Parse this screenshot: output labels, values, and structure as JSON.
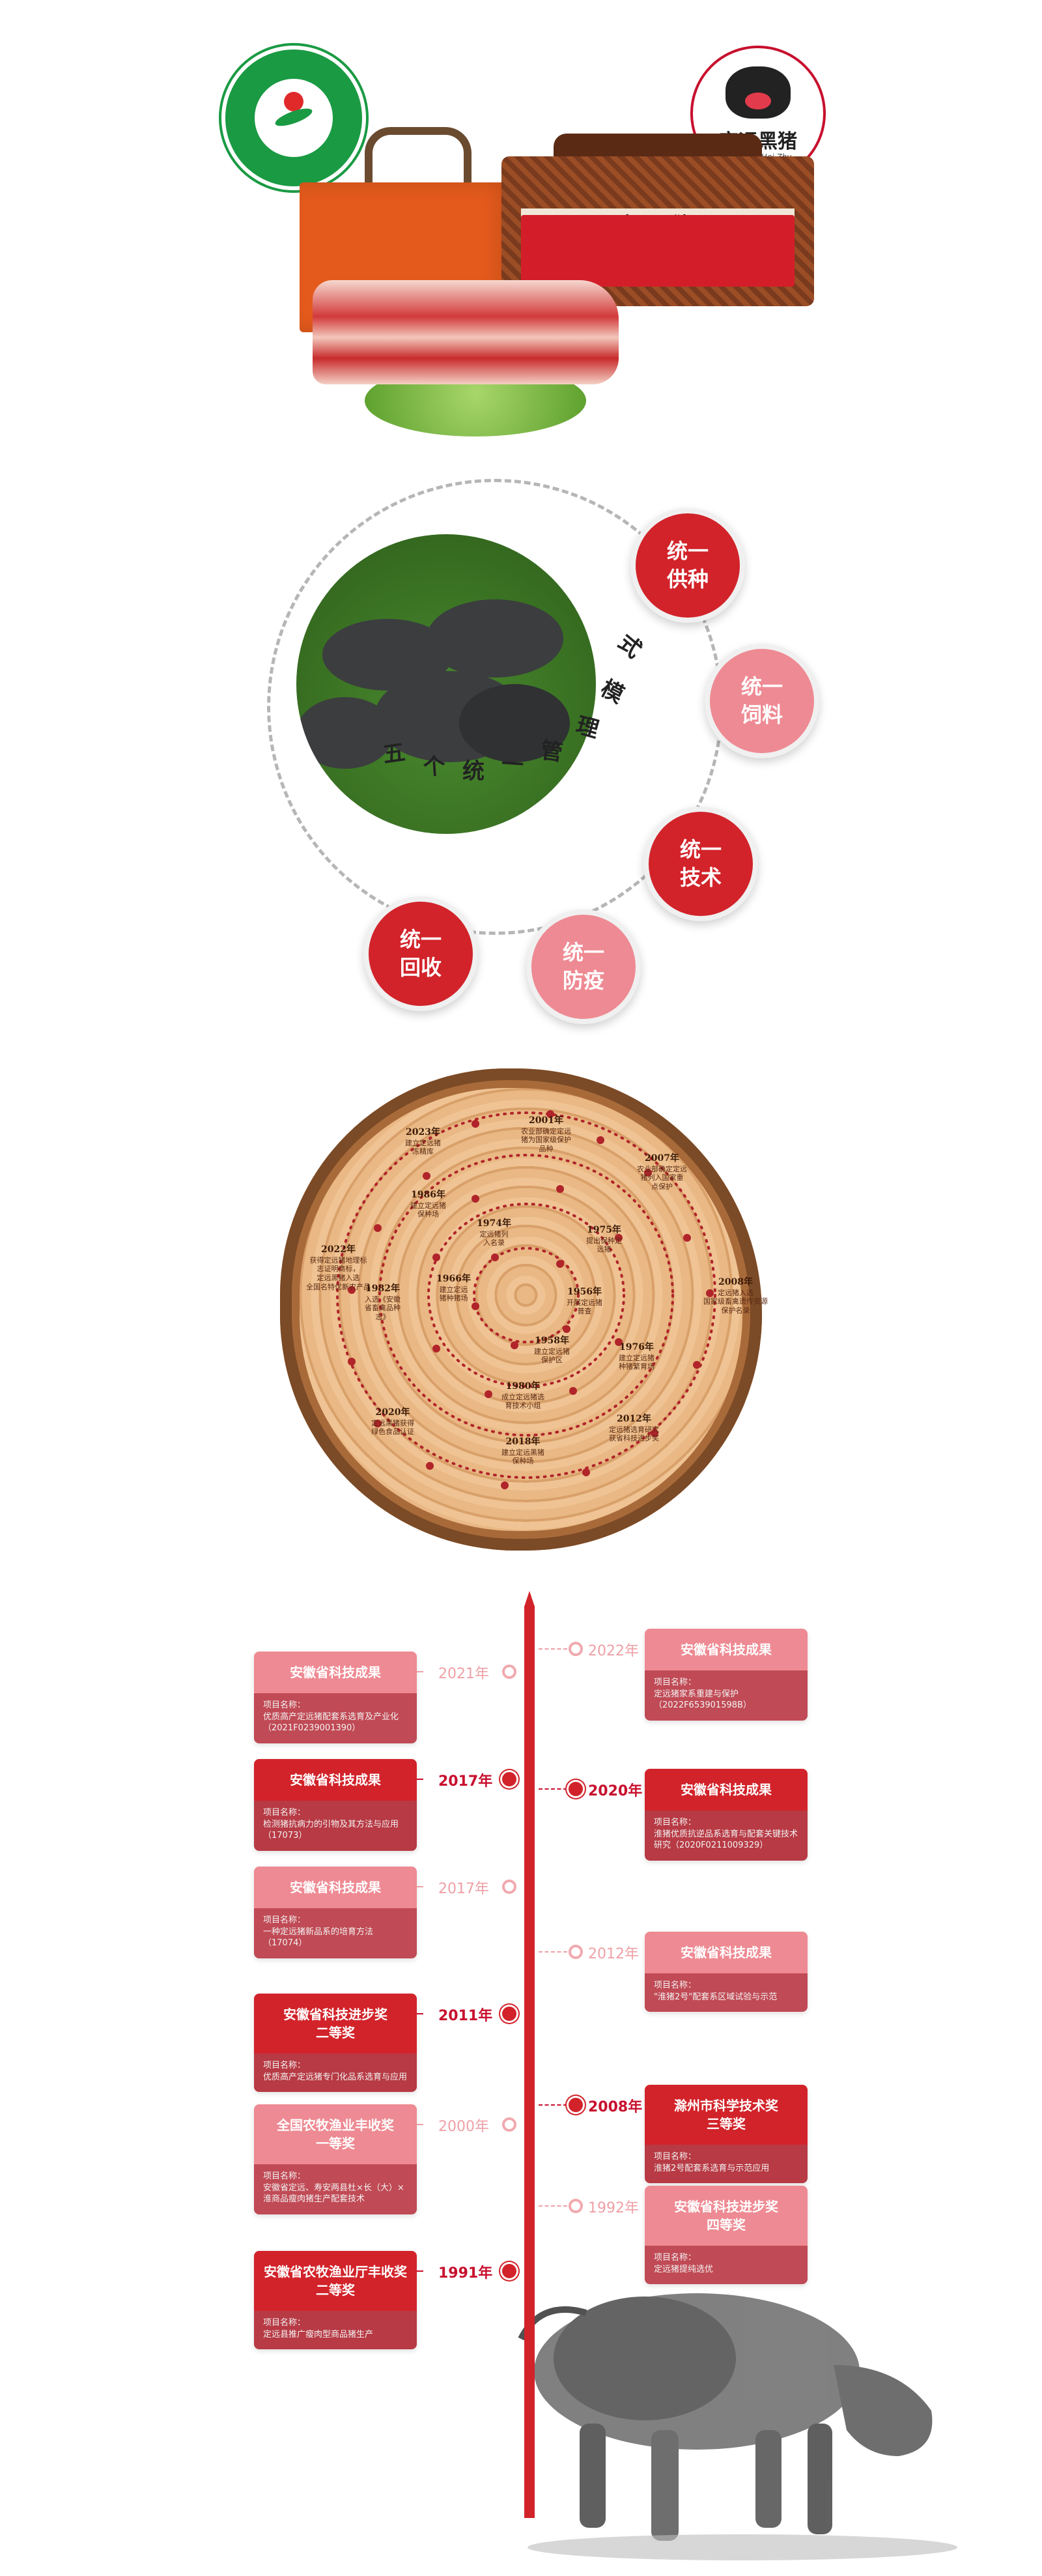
{
  "hero": {
    "brand_text": "定远黑猪",
    "brand_sub": "DingYuanHei Zhu",
    "basket_label": "定远黑猪"
  },
  "five": {
    "arc_text": [
      "五",
      "个",
      "统",
      "一",
      "管",
      "理",
      "模",
      "式"
    ],
    "bubbles": [
      {
        "label": "统一\n供种",
        "tone": "dark"
      },
      {
        "label": "统一\n饲料",
        "tone": "light"
      },
      {
        "label": "统一\n技术",
        "tone": "dark"
      },
      {
        "label": "统一\n防疫",
        "tone": "light"
      },
      {
        "label": "统一\n回收",
        "tone": "dark"
      }
    ]
  },
  "ring": {
    "milestones": [
      {
        "year": "2023年",
        "text": "建立定远猪\n冻精库"
      },
      {
        "year": "2001年",
        "text": "农业部确定定远\n猪为国家级保护\n品种"
      },
      {
        "year": "2007年",
        "text": "农业部确定定远\n猪列入国家重\n点保护"
      },
      {
        "year": "1986年",
        "text": "建立定远猪\n保种场"
      },
      {
        "year": "1974年",
        "text": "定远猪列\n入名录"
      },
      {
        "year": "1975年",
        "text": "提出保种定\n远猪"
      },
      {
        "year": "2022年",
        "text": "获得定远猪地理标\n志证明商标，\n定远黑猪入选\n全国名特优新农产品"
      },
      {
        "year": "1966年",
        "text": "建立定远\n猪种猪场"
      },
      {
        "year": "1956年",
        "text": "开展定远猪\n普查"
      },
      {
        "year": "2008年",
        "text": "定远猪入选\n国家级畜禽遗传资源\n保护名录"
      },
      {
        "year": "1982年",
        "text": "入选《安徽\n省畜禽品种\n志》"
      },
      {
        "year": "1958年",
        "text": "建立定远猪\n保护区"
      },
      {
        "year": "1976年",
        "text": "建立定远猪\n种猪繁育场"
      },
      {
        "year": "1980年",
        "text": "成立定远猪选\n育技术小组"
      },
      {
        "year": "2020年",
        "text": "定远黑猪获得\n绿色食品认证"
      },
      {
        "year": "2012年",
        "text": "定远猪选育研究\n获省科技进步奖"
      },
      {
        "year": "2018年",
        "text": "建立定远黑猪\n保种场"
      }
    ]
  },
  "timeline": {
    "items": [
      {
        "side": "left",
        "year": "2021年",
        "tone": "light",
        "title": "安徽省科技成果",
        "label": "项目名称：",
        "body": "优质高产定远猪配套系选育及产业化（2021F0239001390）"
      },
      {
        "side": "right",
        "year": "2022年",
        "tone": "light",
        "title": "安徽省科技成果",
        "label": "项目名称：",
        "body": "定远猪家系重建与保护（2022F653901598B）"
      },
      {
        "side": "left",
        "year": "2017年",
        "tone": "dark",
        "title": "安徽省科技成果",
        "label": "项目名称：",
        "body": "检测猪抗病力的引物及其方法与应用（17073）"
      },
      {
        "side": "right",
        "year": "2020年",
        "tone": "dark",
        "title": "安徽省科技成果",
        "label": "项目名称：",
        "body": "淮猪优质抗逆品系选育与配套关键技术研究（2020F0211009329）"
      },
      {
        "side": "left",
        "year": "2017年",
        "tone": "light",
        "title": "安徽省科技成果",
        "label": "项目名称：",
        "body": "一种定远猪新品系的培育方法（17074）"
      },
      {
        "side": "right",
        "year": "2012年",
        "tone": "light",
        "title": "安徽省科技成果",
        "label": "项目名称：",
        "body": "\"淮猪2号\"配套系区域试验与示范"
      },
      {
        "side": "left",
        "year": "2011年",
        "tone": "dark",
        "title": "安徽省科技进步奖\n二等奖",
        "label": "项目名称：",
        "body": "优质高产定远猪专门化品系选育与应用"
      },
      {
        "side": "right",
        "year": "2008年",
        "tone": "dark",
        "title": "滁州市科学技术奖\n三等奖",
        "label": "项目名称：",
        "body": "淮猪2号配套系选育与示范应用"
      },
      {
        "side": "left",
        "year": "2000年",
        "tone": "light",
        "title": "全国农牧渔业丰收奖\n一等奖",
        "label": "项目名称：",
        "body": "安徽省定远、寿安两县杜×长（大）×淮商品瘦肉猪生产配套技术"
      },
      {
        "side": "right",
        "year": "1992年",
        "tone": "light",
        "title": "安徽省科技进步奖\n四等奖",
        "label": "项目名称：",
        "body": "定远猪提纯选优"
      },
      {
        "side": "left",
        "year": "1991年",
        "tone": "dark",
        "title": "安徽省农牧渔业厅丰收奖\n二等奖",
        "label": "项目名称：",
        "body": "定远县推广瘦肉型商品猪生产"
      }
    ]
  },
  "colors": {
    "brand_red": "#d2232a",
    "light_red": "#ee8a93",
    "card_body": "#b73a44"
  }
}
